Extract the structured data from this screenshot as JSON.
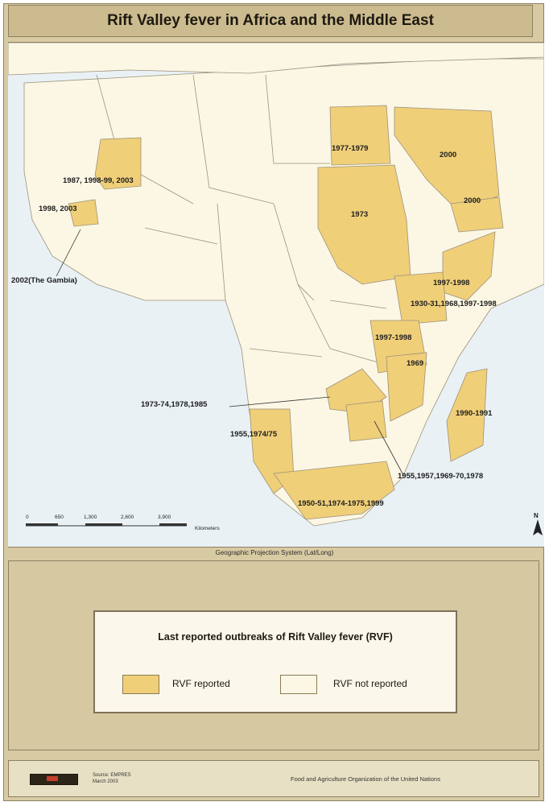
{
  "title": "Rift Valley fever in Africa and the Middle East",
  "colors": {
    "rvf_reported": "#f0cf79",
    "rvf_not_reported": "#fbf7e4",
    "sea": "#e9f1f5",
    "border": "#9c927a"
  },
  "outbreak_labels": [
    {
      "id": "mauritania",
      "text": "1987, 1998-99, 2003"
    },
    {
      "id": "senegal",
      "text": "1998, 2003"
    },
    {
      "id": "gambia",
      "text": "2002(The Gambia)"
    },
    {
      "id": "egypt",
      "text": "1977-1979"
    },
    {
      "id": "saudi",
      "text": "2000"
    },
    {
      "id": "yemen",
      "text": "2000"
    },
    {
      "id": "sudan",
      "text": "1973"
    },
    {
      "id": "somalia",
      "text": "1997-1998"
    },
    {
      "id": "kenya",
      "text": "1930-31,1968,1997-1998"
    },
    {
      "id": "tanzania",
      "text": "1997-1998"
    },
    {
      "id": "mozambique",
      "text": "1969"
    },
    {
      "id": "madagascar",
      "text": "1990-1991"
    },
    {
      "id": "zambia",
      "text": "1973-74,1978,1985"
    },
    {
      "id": "namibia",
      "text": "1955,1974/75"
    },
    {
      "id": "zimbabwe",
      "text": "1955,1957,1969-70,1978"
    },
    {
      "id": "south_africa",
      "text": "1950-51,1974-1975,1999"
    }
  ],
  "scale": {
    "ticks": [
      "0",
      "650",
      "1,300",
      "2,600",
      "3,900"
    ],
    "unit": "Kilometers"
  },
  "north_label": "N",
  "projection": "Geographic Projection System (Lat/Long)",
  "legend": {
    "title": "Last reported outbreaks of Rift Valley fever (RVF)",
    "items": [
      {
        "label": "RVF reported",
        "color": "#f0cf79"
      },
      {
        "label": "RVF not reported",
        "color": "#fbf7e4"
      }
    ]
  },
  "footer": {
    "source_lines": [
      "Source: EMPRES",
      "March 2003"
    ],
    "organization": "Food and Agriculture Organization of the United Nations"
  }
}
